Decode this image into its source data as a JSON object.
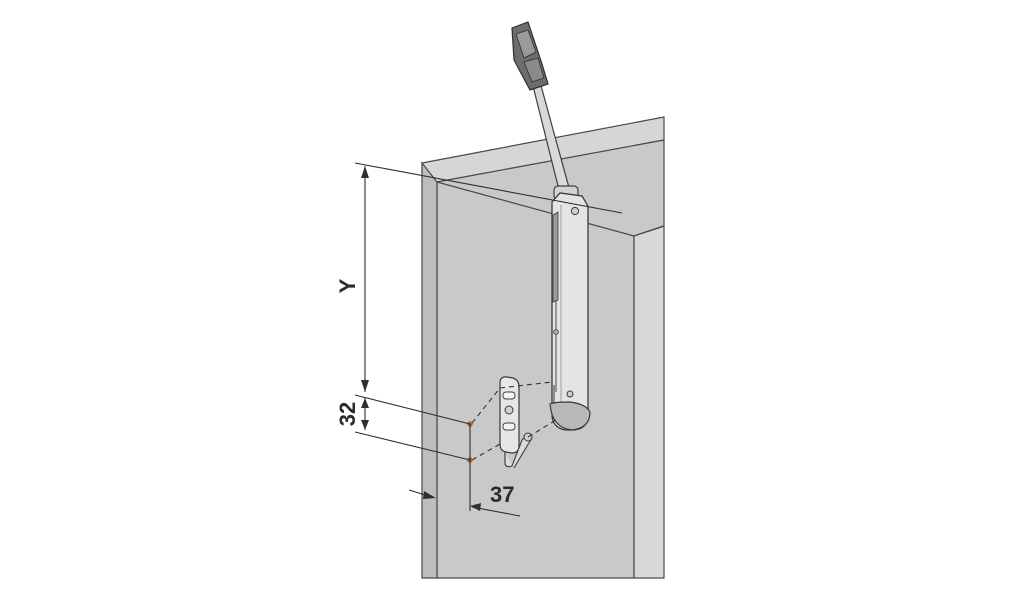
{
  "dimensions": {
    "y_label": "Y",
    "vertical_spacing": "32",
    "side_offset": "37"
  },
  "colors": {
    "panel_front": "#c4c4c4",
    "panel_face": "#cdcdcd",
    "panel_edge": "#dadada",
    "outline": "#4a4a4a",
    "hardware": "#e2e2e2",
    "drill_point": "#b5652c"
  }
}
